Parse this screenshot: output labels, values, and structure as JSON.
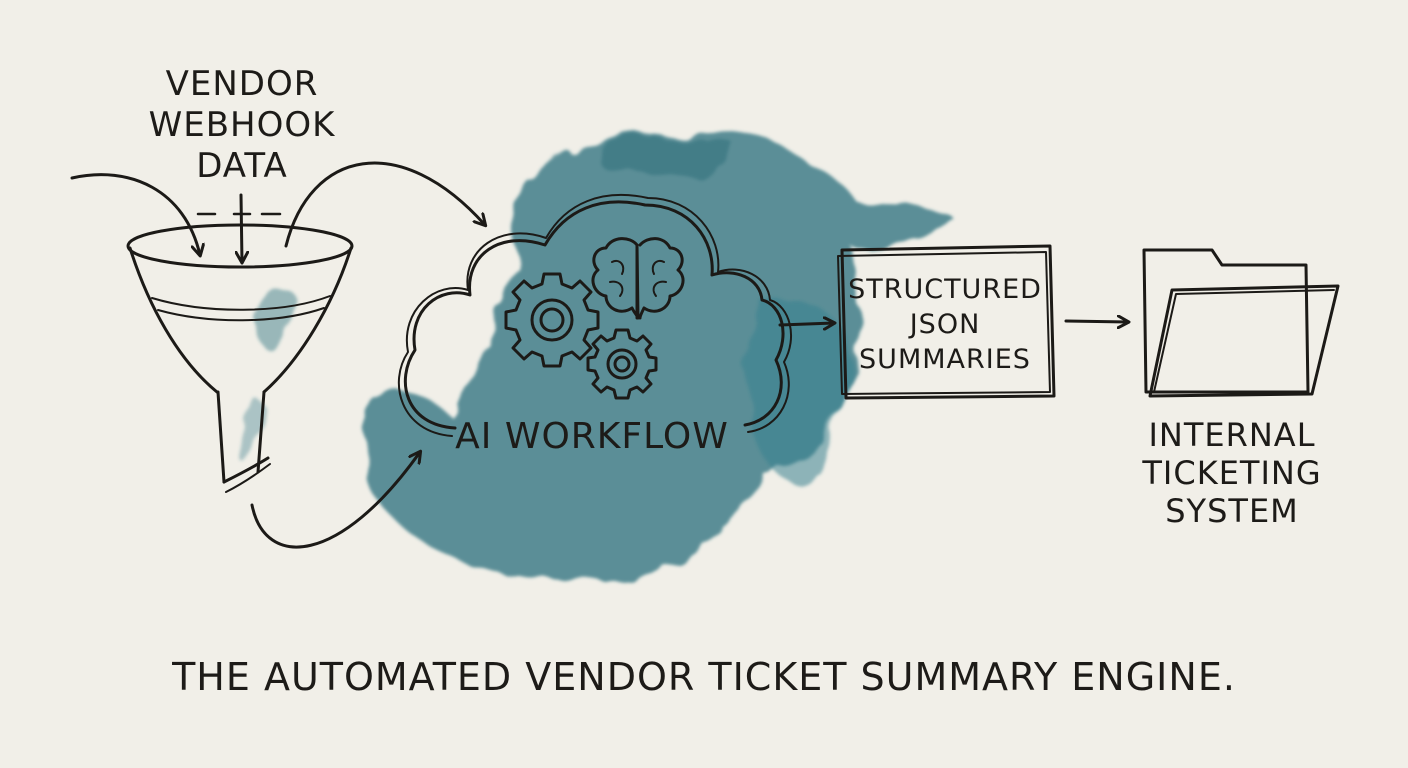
{
  "source": {
    "lines": [
      "VENDOR",
      "WEBHOOK",
      "DATA"
    ]
  },
  "process": {
    "label": "AI WORKFLOW"
  },
  "output": {
    "lines": [
      "STRUCTURED",
      "JSON",
      "SUMMARIES"
    ]
  },
  "destination": {
    "lines": [
      "INTERNAL",
      "TICKETING",
      "SYSTEM"
    ]
  },
  "caption": "THE AUTOMATED VENDOR TICKET SUMMARY ENGINE.",
  "icons": [
    "funnel-icon",
    "cloud-icon",
    "gear-icon",
    "brain-icon",
    "document-box",
    "folder-icon"
  ],
  "colors": {
    "paper": "#f1efe8",
    "ink": "#1c1a17",
    "watercolor": "#2f7380"
  }
}
